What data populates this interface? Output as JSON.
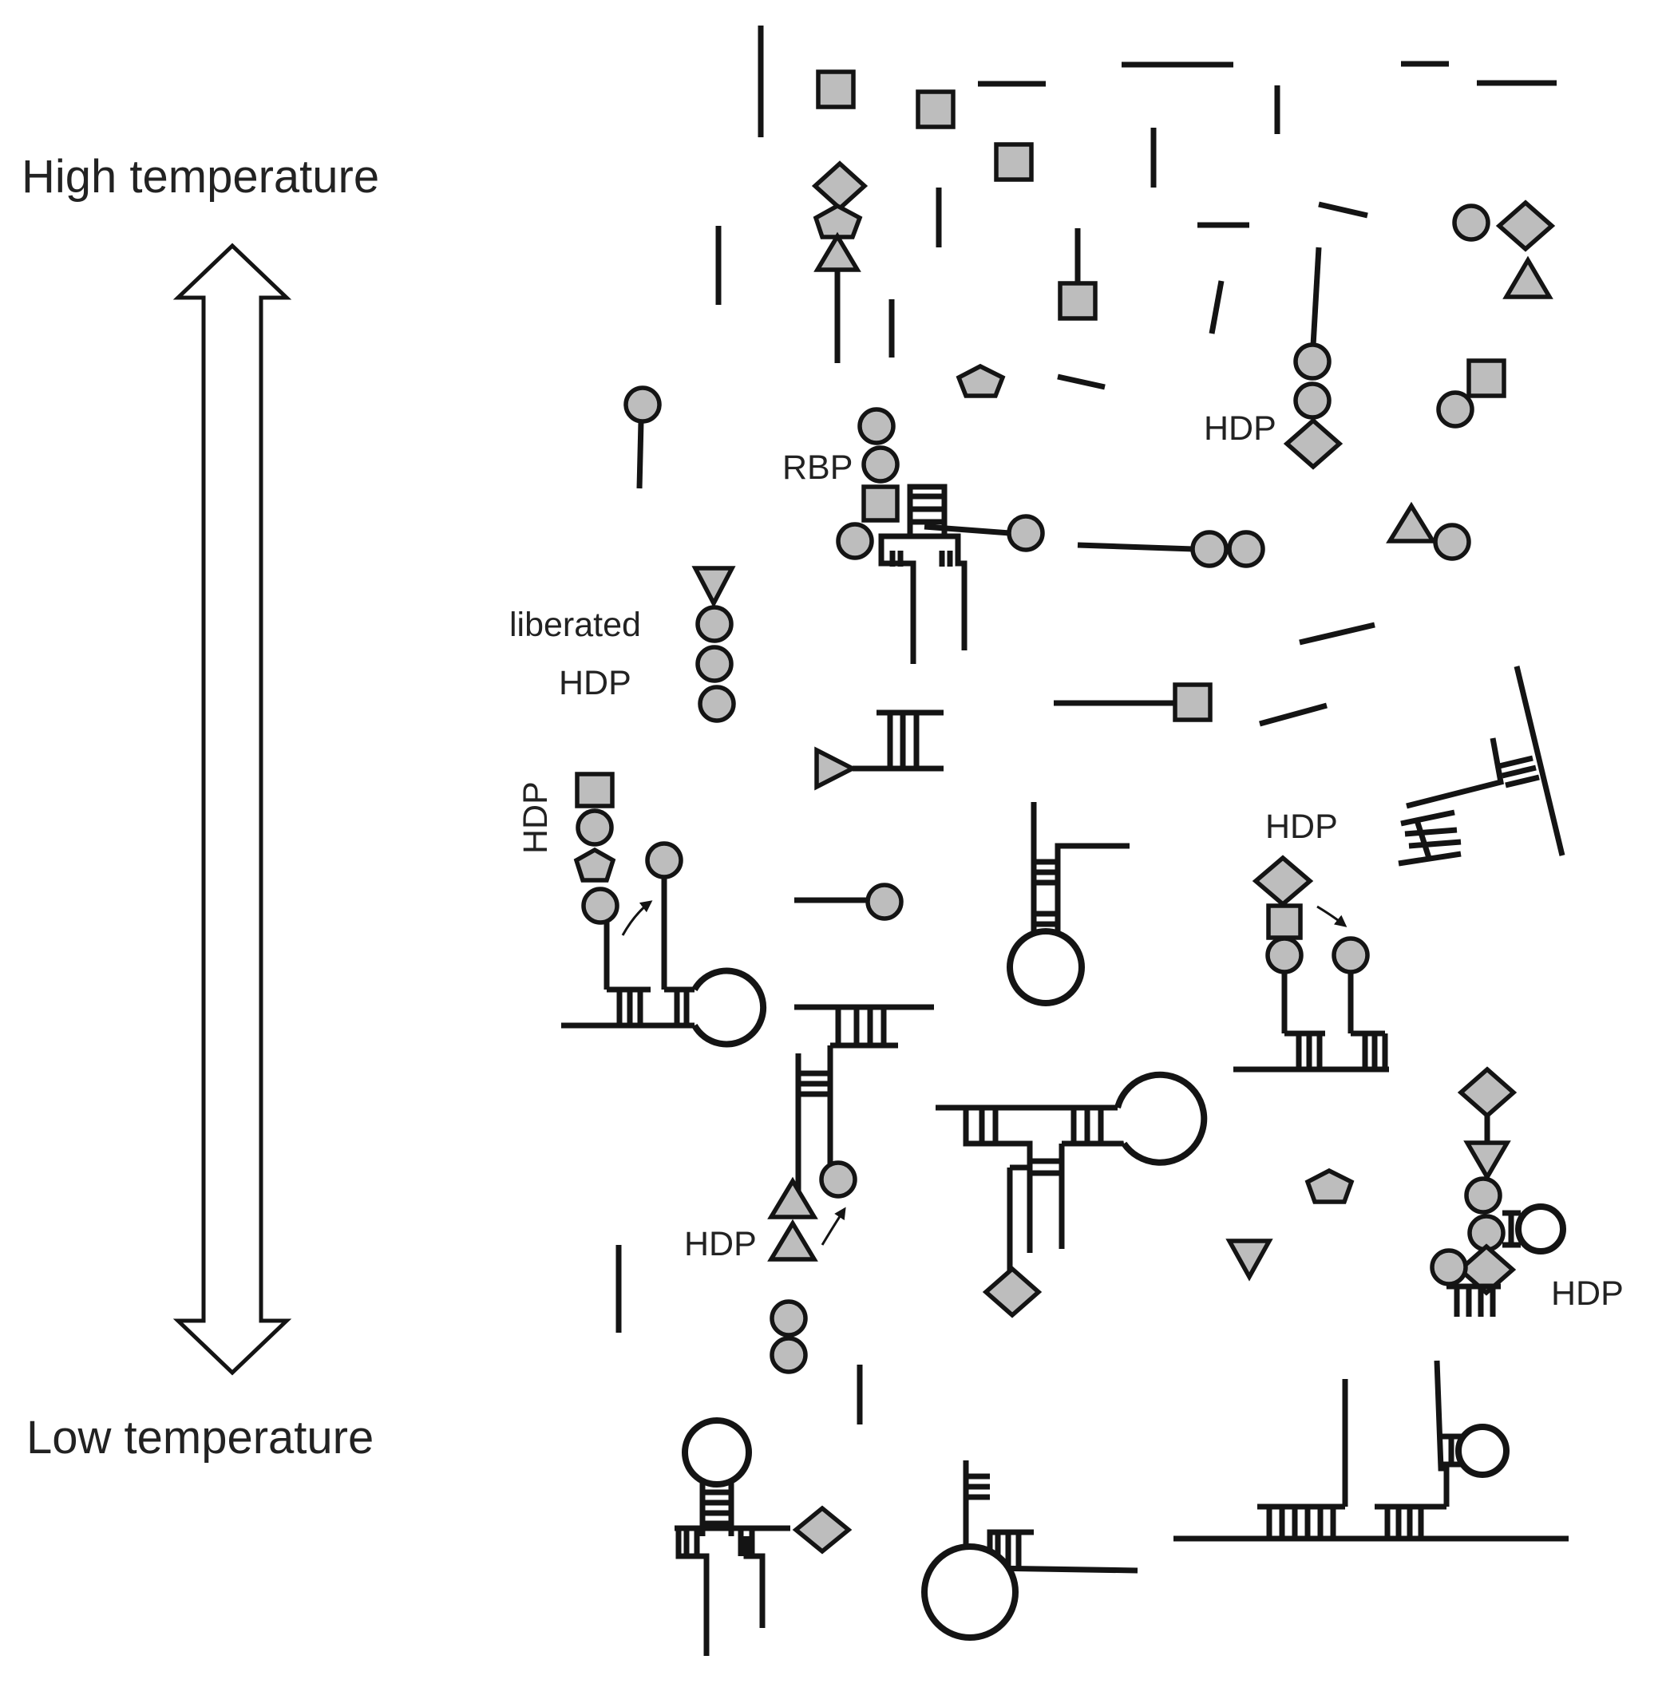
{
  "labels": {
    "high_temperature": "High temperature",
    "low_temperature": "Low temperature",
    "rbp": "RBP",
    "hdp": "HDP",
    "liberated_line1": "liberated",
    "liberated_line2": "HDP"
  },
  "colors": {
    "shape_fill": "#bdbdbd",
    "stroke": "#141414",
    "background": "#ffffff"
  },
  "icons": [
    "circle",
    "square",
    "diamond",
    "triangle",
    "inverted-triangle",
    "pentagon",
    "double-arrow",
    "curved-arrow"
  ]
}
